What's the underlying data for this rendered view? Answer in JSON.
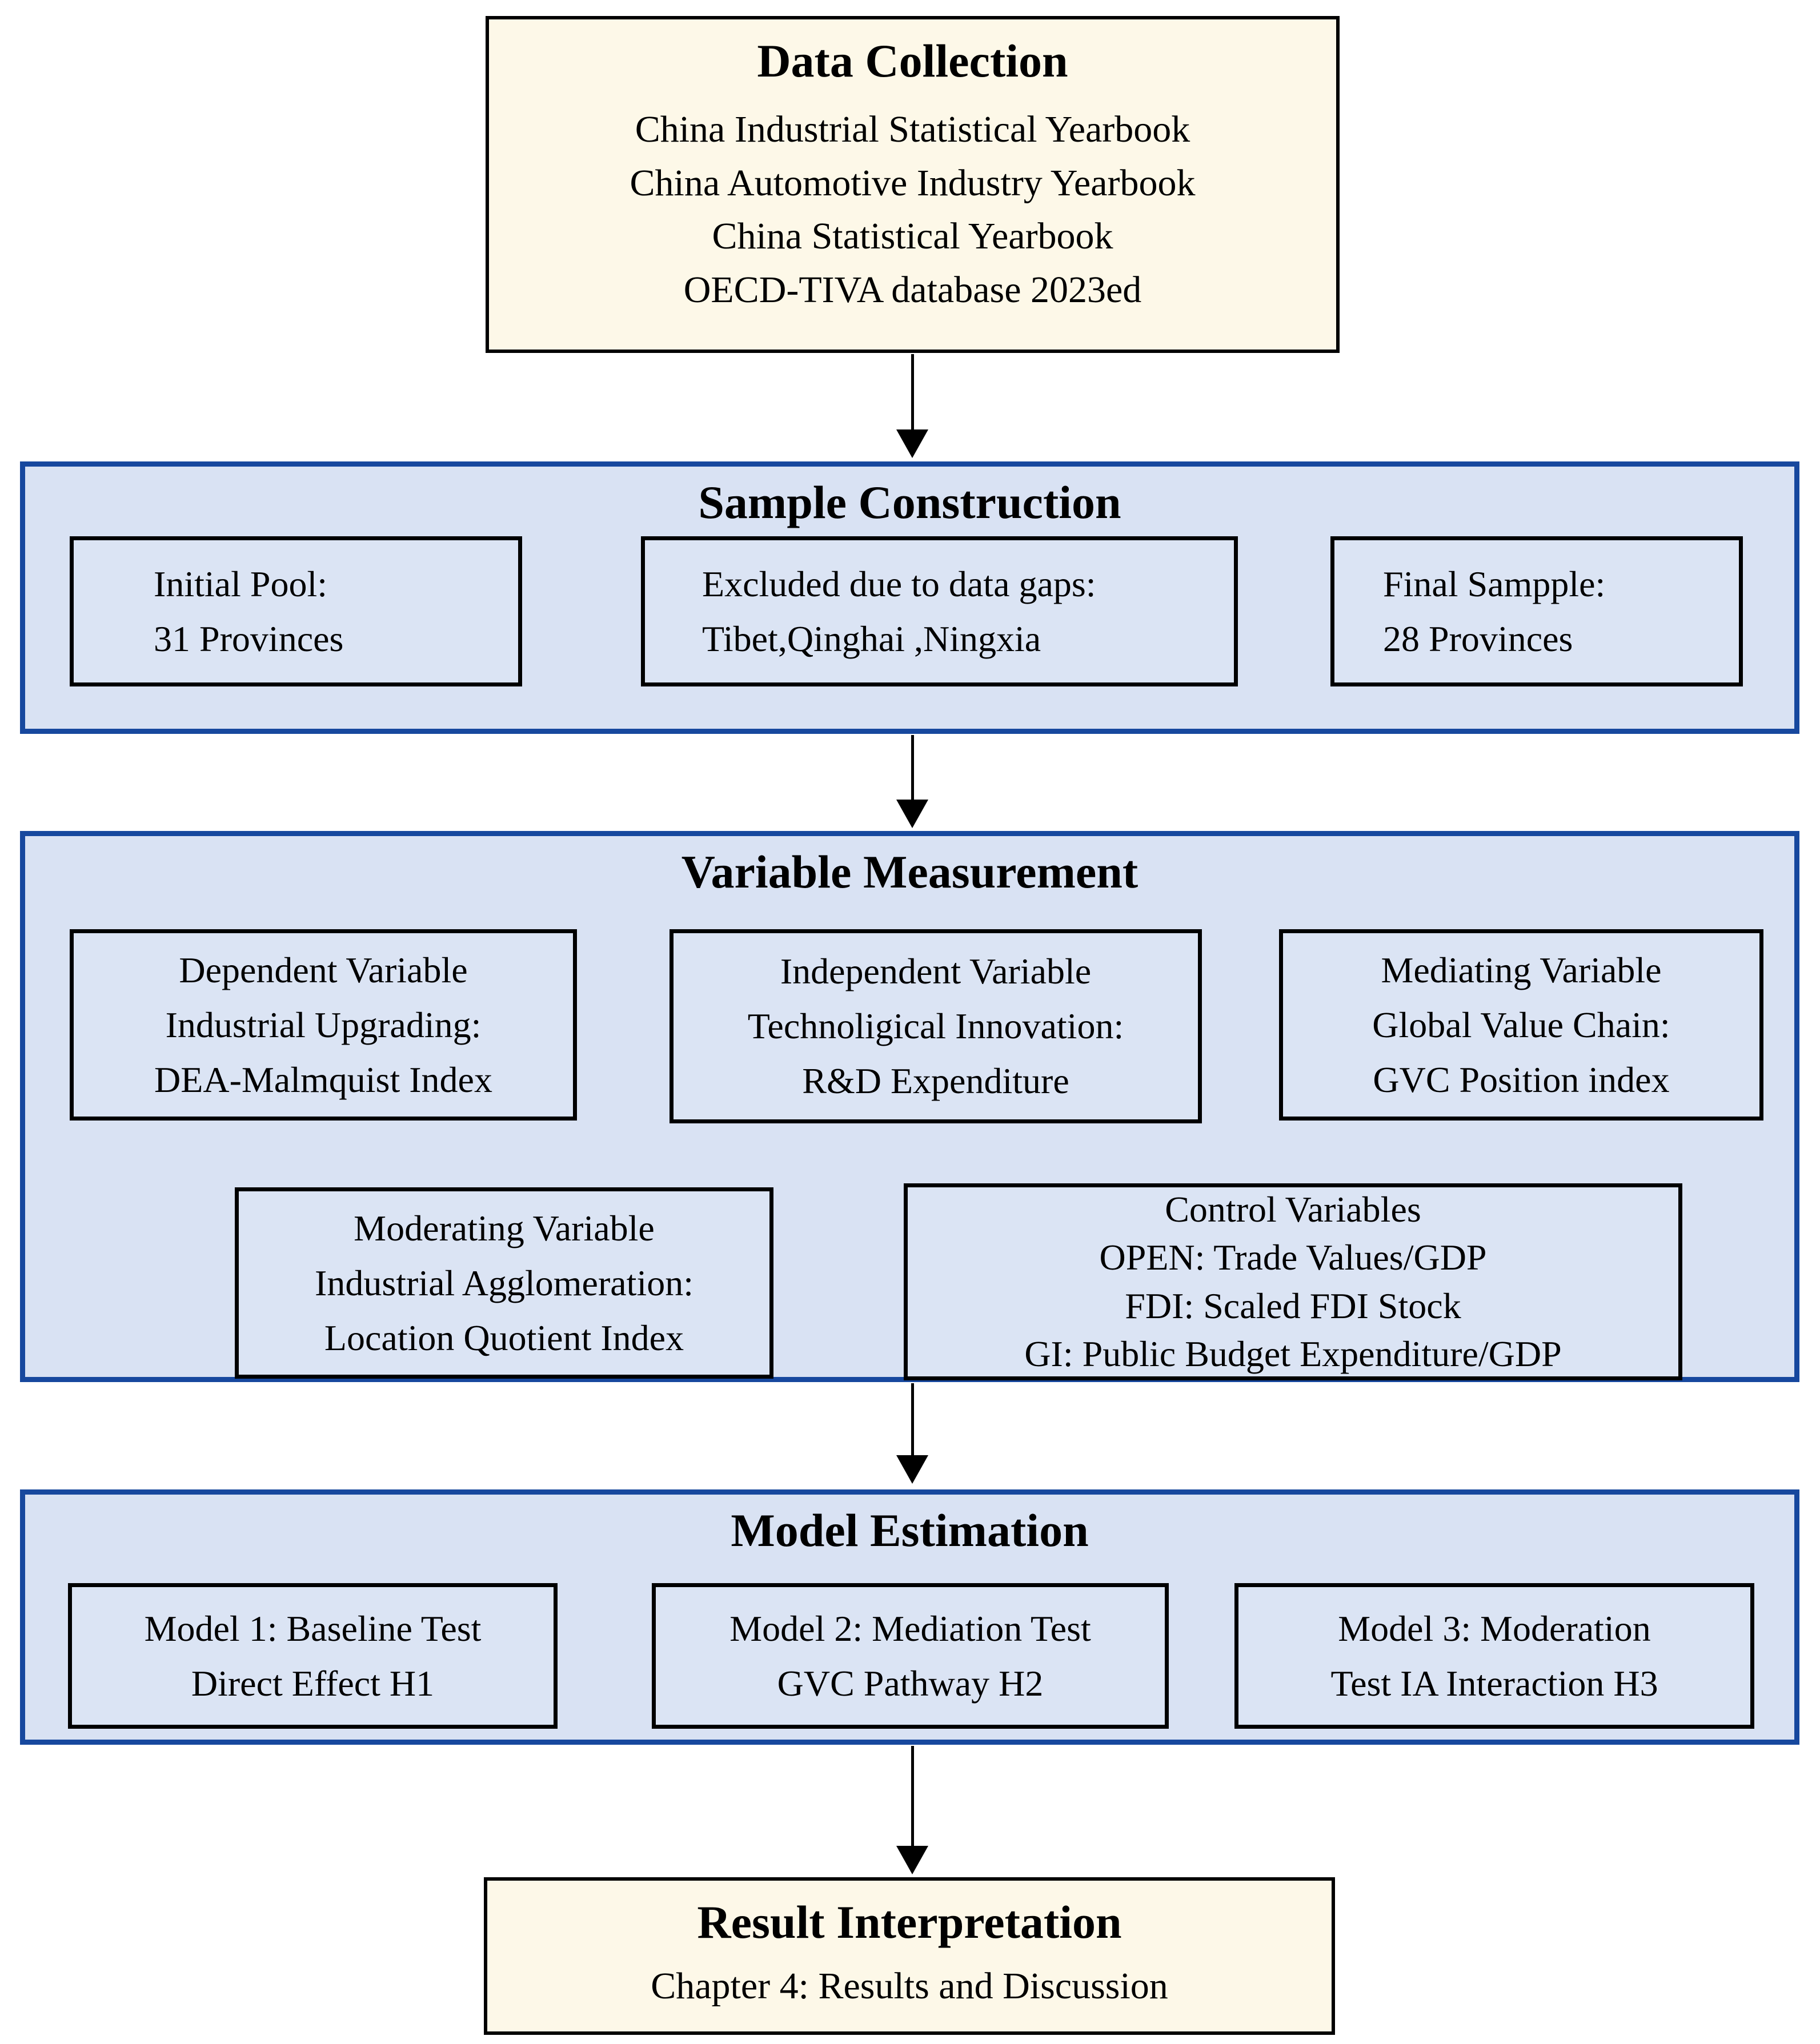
{
  "palette": {
    "background": "#ffffff",
    "terminal_fill": "#fdf8e8",
    "section_fill": "#d9e2f3",
    "inner_box_fill": "#dbe4f4",
    "section_border": "#17489e",
    "box_border": "#000000",
    "text": "#000000"
  },
  "flow": {
    "data_collection": {
      "title": "Data Collection",
      "lines": [
        "China Industrial Statistical Yearbook",
        "China Automotive Industry Yearbook",
        "China Statistical Yearbook",
        "OECD-TIVA database 2023ed"
      ]
    },
    "sample_construction": {
      "title": "Sample Construction",
      "boxes": [
        {
          "lines": [
            "Initial Pool:",
            "31 Provinces"
          ]
        },
        {
          "lines": [
            "Excluded due to data gaps:",
            "Tibet,Qinghai ,Ningxia"
          ]
        },
        {
          "lines": [
            "Final Sampple:",
            "28 Provinces"
          ]
        }
      ]
    },
    "variable_measurement": {
      "title": "Variable Measurement",
      "row1": [
        {
          "lines": [
            "Dependent Variable",
            "Industrial Upgrading:",
            "DEA-Malmquist Index"
          ]
        },
        {
          "lines": [
            "Independent Variable",
            "Technoligical Innovation:",
            "R&D Expenditure"
          ]
        },
        {
          "lines": [
            "Mediating Variable",
            "Global Value Chain:",
            "GVC Position index"
          ]
        }
      ],
      "row2": [
        {
          "lines": [
            "Moderating Variable",
            "Industrial Agglomeration:",
            "Location Quotient Index"
          ]
        },
        {
          "lines": [
            "Control Variables",
            "OPEN: Trade Values/GDP",
            "FDI: Scaled FDI Stock",
            "GI: Public Budget Expenditure/GDP"
          ]
        }
      ]
    },
    "model_estimation": {
      "title": "Model Estimation",
      "boxes": [
        {
          "lines": [
            "Model 1: Baseline Test",
            "Direct Effect H1"
          ]
        },
        {
          "lines": [
            "Model 2: Mediation Test",
            "GVC Pathway H2"
          ]
        },
        {
          "lines": [
            "Model 3: Moderation",
            "Test IA Interaction H3"
          ]
        }
      ]
    },
    "result_interpretation": {
      "title": "Result Interpretation",
      "lines": [
        "Chapter 4: Results and Discussion"
      ]
    }
  }
}
